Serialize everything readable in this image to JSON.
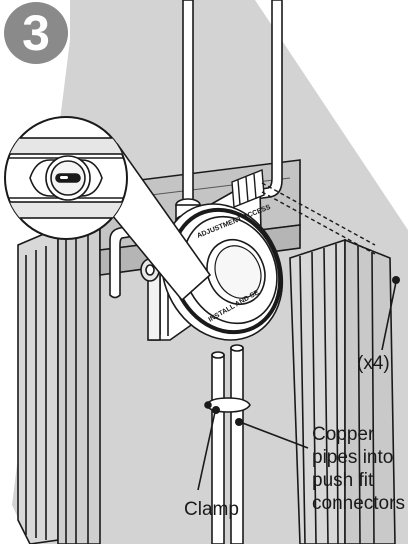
{
  "step_number": "3",
  "labels": {
    "quantity": "(x4)",
    "copper_line1": "Copper",
    "copper_line2": "pipes into",
    "copper_line3": "push fit",
    "copper_line4": "connectors",
    "clamp": "Clamp"
  },
  "valve_markings": {
    "ring_text": "ADJUSTMENT ACCESS",
    "install_text": "INSTALL AND SE"
  },
  "colors": {
    "wall": "#d3d3d3",
    "wall_dark": "#bdbdbd",
    "outline": "#1a1a1a",
    "badge": "#8a8a8a"
  }
}
